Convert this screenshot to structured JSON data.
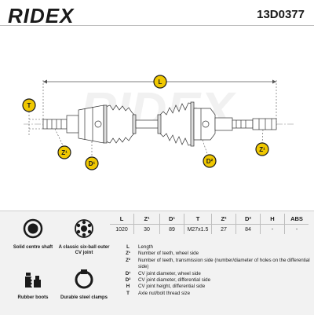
{
  "header": {
    "brand": "RIDEX",
    "part_number": "13D0377"
  },
  "drawing": {
    "length_label": "L",
    "callouts": {
      "t": "T",
      "z1": "Z¹",
      "d1": "D¹",
      "d2": "D²",
      "z2": "Z¹"
    }
  },
  "features": [
    {
      "icon": "circle-icon",
      "label": "Solid centre shaft"
    },
    {
      "icon": "cv-joint-icon",
      "label": "A classic six-ball outer CV joint"
    },
    {
      "icon": "rubber-boot-icon",
      "label": "Rubber boots"
    },
    {
      "icon": "steel-clamp-icon",
      "label": "Durable steel clamps"
    }
  ],
  "spec_table": {
    "headers": [
      "L",
      "Z¹",
      "D¹",
      "T",
      "Z²",
      "D²",
      "H",
      "ABS"
    ],
    "values": [
      "1020",
      "30",
      "89",
      "M27x1.5",
      "27",
      "84",
      "-",
      "-"
    ]
  },
  "legend": [
    {
      "sym": "L",
      "desc": "Length"
    },
    {
      "sym": "Z¹",
      "desc": "Number of teeth, wheel side"
    },
    {
      "sym": "Z²",
      "desc": "Number of teeth, transmission side (number/diameter of holes on the differential side)"
    },
    {
      "sym": "D¹",
      "desc": "CV joint diameter, wheel side"
    },
    {
      "sym": "D²",
      "desc": "CV joint diameter, differential side"
    },
    {
      "sym": "H",
      "desc": "CV joint height, differential side"
    },
    {
      "sym": "T",
      "desc": "Axle nut/bolt thread size"
    }
  ]
}
